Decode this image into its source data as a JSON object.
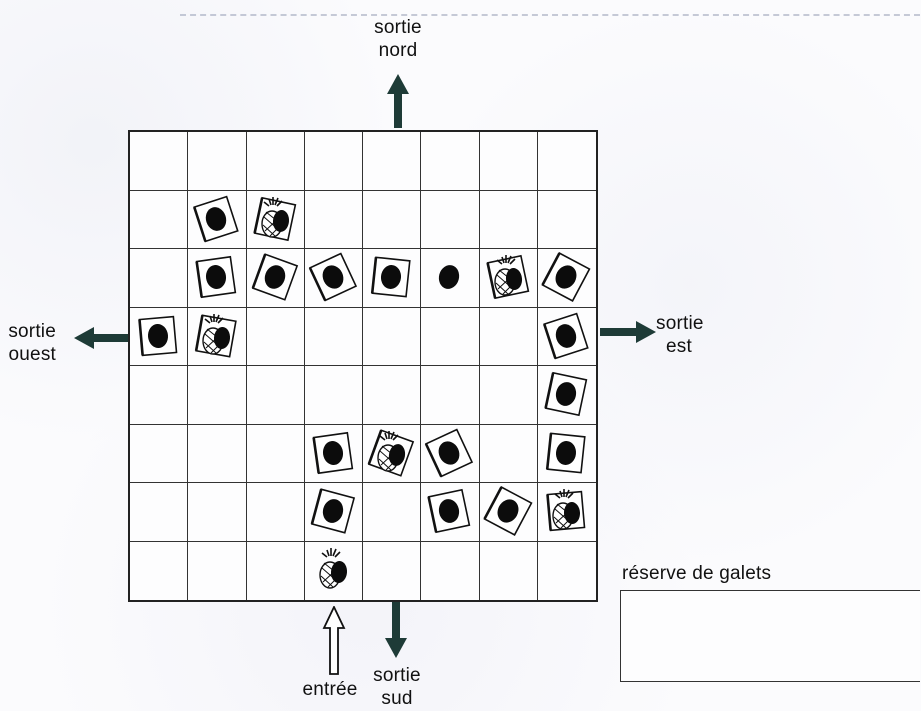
{
  "labels": {
    "north": [
      "sortie",
      "nord"
    ],
    "east": [
      "sortie",
      "est"
    ],
    "west": [
      "sortie",
      "ouest"
    ],
    "south": [
      "sortie",
      "sud"
    ],
    "entrance": "entrée",
    "reserve": "réserve de galets"
  },
  "board": {
    "rows": 8,
    "cols": 8,
    "tokens": [
      {
        "row": 1,
        "col": 1,
        "type": "stone",
        "framed": true
      },
      {
        "row": 1,
        "col": 2,
        "type": "pineapple-stone",
        "framed": true
      },
      {
        "row": 2,
        "col": 1,
        "type": "stone",
        "framed": true
      },
      {
        "row": 2,
        "col": 2,
        "type": "stone",
        "framed": true
      },
      {
        "row": 2,
        "col": 3,
        "type": "stone",
        "framed": true
      },
      {
        "row": 2,
        "col": 4,
        "type": "stone",
        "framed": true
      },
      {
        "row": 2,
        "col": 5,
        "type": "stone",
        "framed": false
      },
      {
        "row": 2,
        "col": 6,
        "type": "pineapple-stone",
        "framed": true
      },
      {
        "row": 2,
        "col": 7,
        "type": "stone",
        "framed": true
      },
      {
        "row": 3,
        "col": 0,
        "type": "stone",
        "framed": true
      },
      {
        "row": 3,
        "col": 1,
        "type": "pineapple-stone",
        "framed": true
      },
      {
        "row": 3,
        "col": 7,
        "type": "stone",
        "framed": true
      },
      {
        "row": 4,
        "col": 7,
        "type": "stone",
        "framed": true
      },
      {
        "row": 5,
        "col": 3,
        "type": "stone",
        "framed": true
      },
      {
        "row": 5,
        "col": 4,
        "type": "pineapple-stone",
        "framed": true
      },
      {
        "row": 5,
        "col": 5,
        "type": "stone",
        "framed": true
      },
      {
        "row": 5,
        "col": 7,
        "type": "stone",
        "framed": true
      },
      {
        "row": 6,
        "col": 3,
        "type": "stone",
        "framed": true
      },
      {
        "row": 6,
        "col": 5,
        "type": "stone",
        "framed": true
      },
      {
        "row": 6,
        "col": 6,
        "type": "stone",
        "framed": true
      },
      {
        "row": 6,
        "col": 7,
        "type": "pineapple-stone",
        "framed": true
      },
      {
        "row": 7,
        "col": 3,
        "type": "pineapple-stone",
        "framed": false
      }
    ]
  },
  "icons": {
    "stone": "stone-icon",
    "pineapple": "pineapple-icon"
  },
  "colors": {
    "ink": "#111111",
    "arrow": "#1e3b37",
    "paper": "#fbfbfd"
  }
}
